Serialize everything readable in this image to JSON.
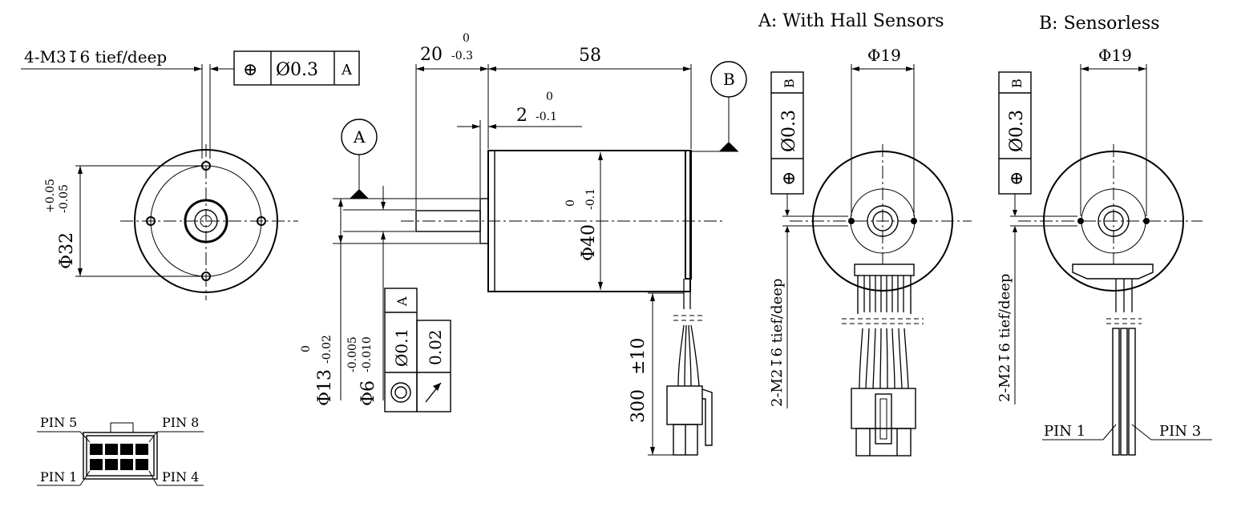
{
  "headers": {
    "variant_a": "A: With Hall Sensors",
    "variant_b": "B: Sensorless"
  },
  "front_view": {
    "thread_callout": "4-M3↧6 tief/deep",
    "position_tol": {
      "symbol": "⊕",
      "value": "Ø0.3",
      "datum": "A"
    },
    "diameter_label": "Φ32",
    "diameter_upper": "+0.05",
    "diameter_lower": "-0.05"
  },
  "side_view": {
    "datum_a": "A",
    "datum_b": "B",
    "shaft_length": "20",
    "shaft_length_upper": "0",
    "shaft_length_lower": "-0.3",
    "body_length": "58",
    "flange": "2",
    "flange_upper": "0",
    "flange_lower": "-0.1",
    "body_diameter": "Φ40",
    "body_diameter_upper": "0",
    "body_diameter_lower": "-0.1",
    "pilot_diameter": "Φ13",
    "pilot_upper": "0",
    "pilot_lower": "-0.02",
    "shaft_diameter": "Φ6",
    "shaft_upper": "-0.005",
    "shaft_lower": "-0.010",
    "coaxiality_tol": {
      "symbol": "◎",
      "value": "Ø0.1",
      "datum": "A"
    },
    "runout_tol": {
      "symbol": "↗",
      "value": "0.02"
    },
    "cable_length": "300",
    "cable_tol": "±10"
  },
  "view_a": {
    "bolt_circle": "Φ19",
    "thread_callout": "2-M2↧6 tief/deep",
    "position_tol": {
      "symbol": "⊕",
      "value": "Ø0.3",
      "datum": "B"
    }
  },
  "view_b": {
    "bolt_circle": "Φ19",
    "thread_callout": "2-M2↧6 tief/deep",
    "position_tol": {
      "symbol": "⊕",
      "value": "Ø0.3",
      "datum": "B"
    },
    "pin_left": "PIN 1",
    "pin_right": "PIN 3"
  },
  "connector": {
    "pin_top_left": "PIN 5",
    "pin_top_right": "PIN 8",
    "pin_bottom_left": "PIN 1",
    "pin_bottom_right": "PIN 4"
  }
}
